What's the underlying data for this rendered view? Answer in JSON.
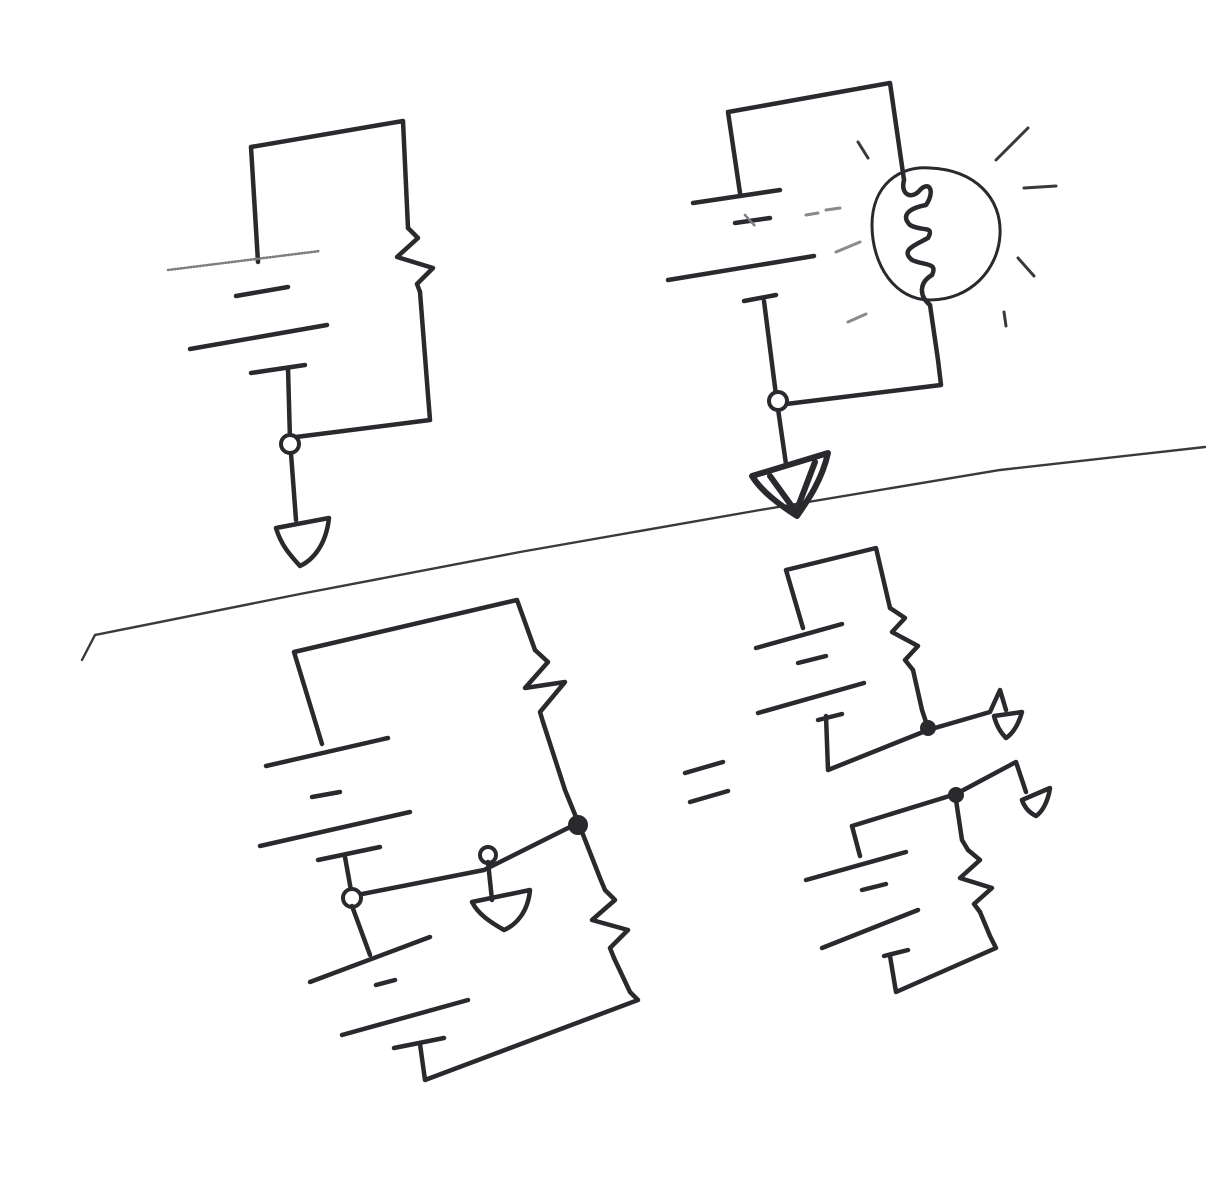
{
  "page": {
    "background": "#ffffff",
    "ink_color": "#2a2a2e",
    "pencil_color": "#7d7d80"
  },
  "sketches": [
    {
      "name": "battery-resistor-ground-circuit",
      "components": [
        "battery",
        "resistor",
        "node",
        "ground"
      ]
    },
    {
      "name": "battery-bulb-ground-circuit",
      "components": [
        "battery",
        "light-bulb",
        "node",
        "ground"
      ]
    },
    {
      "name": "two-battery-two-resistor-circuit",
      "components": [
        "battery",
        "battery",
        "resistor",
        "resistor",
        "node",
        "node",
        "node",
        "ground"
      ]
    },
    {
      "name": "equivalent-circuit-top",
      "components": [
        "battery",
        "resistor",
        "node",
        "ground"
      ]
    },
    {
      "name": "equivalent-circuit-bottom",
      "components": [
        "battery",
        "resistor",
        "node",
        "ground"
      ]
    }
  ],
  "symbols": {
    "equals_sign": "equals-sign"
  }
}
